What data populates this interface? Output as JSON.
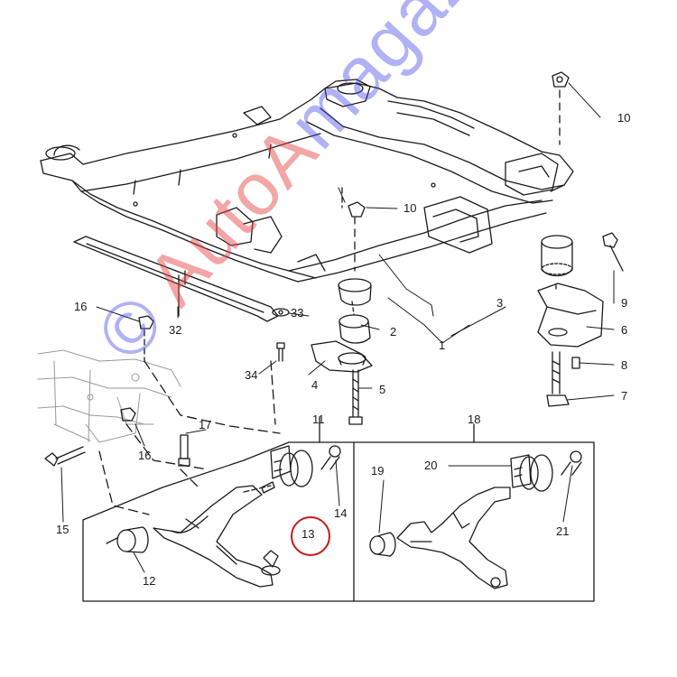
{
  "callouts": {
    "c1": "1",
    "c2": "2",
    "c3": "3",
    "c4": "4",
    "c5": "5",
    "c6": "6",
    "c7": "7",
    "c8": "8",
    "c9": "9",
    "c10a": "10",
    "c10b": "10",
    "c11": "11",
    "c12": "12",
    "c13": "13",
    "c14": "14",
    "c15": "15",
    "c16a": "16",
    "c16b": "16",
    "c17": "17",
    "c18": "18",
    "c19": "19",
    "c20": "20",
    "c21": "21",
    "c32": "32",
    "c33": "33",
    "c34": "34"
  },
  "watermark": {
    "part1": "©",
    "part2": "AutoA",
    "part3": "magazin"
  },
  "colors": {
    "line": "#1a1a1a",
    "watermark_blue": "#4646e6",
    "watermark_red": "#e64646",
    "highlight": "#c41a1a"
  }
}
